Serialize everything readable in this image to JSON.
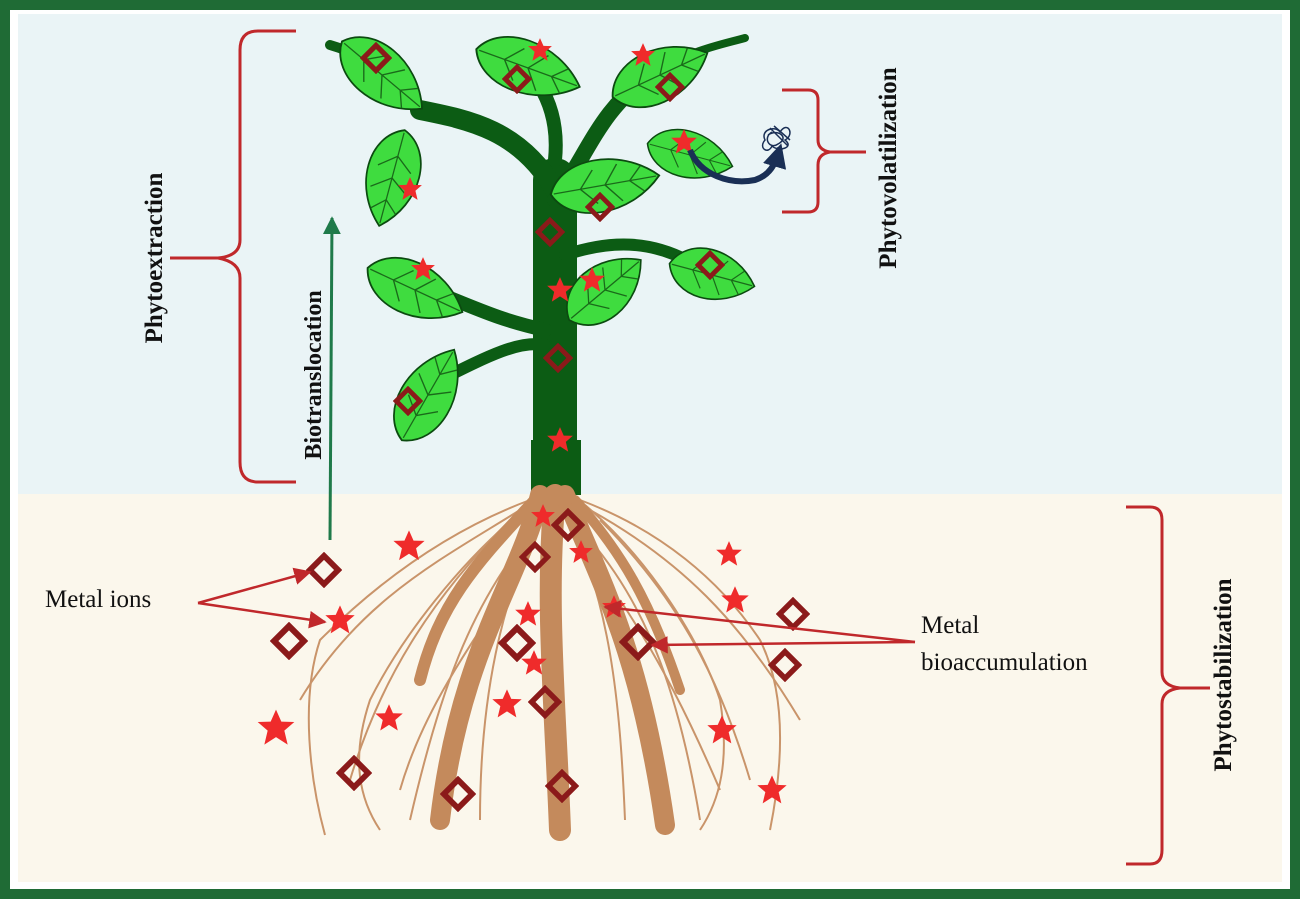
{
  "labels": {
    "phytoextraction": "Phytoextraction",
    "biotranslocation": "Biotranslocation",
    "phytovolatilization": "Phytovolatilization",
    "phytostabilization": "Phytostabilization",
    "metal_ions": "Metal ions",
    "metal_bioaccumulation_line1": "Metal",
    "metal_bioaccumulation_line2": "bioaccumulation"
  },
  "colors": {
    "frame": "#1f6b35",
    "sky": "#eaf4f6",
    "soil": "#fbf7ec",
    "leaf": "#3fdc3f",
    "stem": "#0c5c14",
    "root": "#c48a5c",
    "metal_star": "#ef2b2b",
    "metal_diamond": "#8b1a1a",
    "bracket": "#c0282b",
    "arrow_green": "#1f7a4a",
    "arrow_navy": "#1a2f55"
  },
  "icons": {
    "metal_star": "star-icon",
    "metal_diamond": "diamond-icon",
    "volatile_molecule": "scribble-icon"
  }
}
